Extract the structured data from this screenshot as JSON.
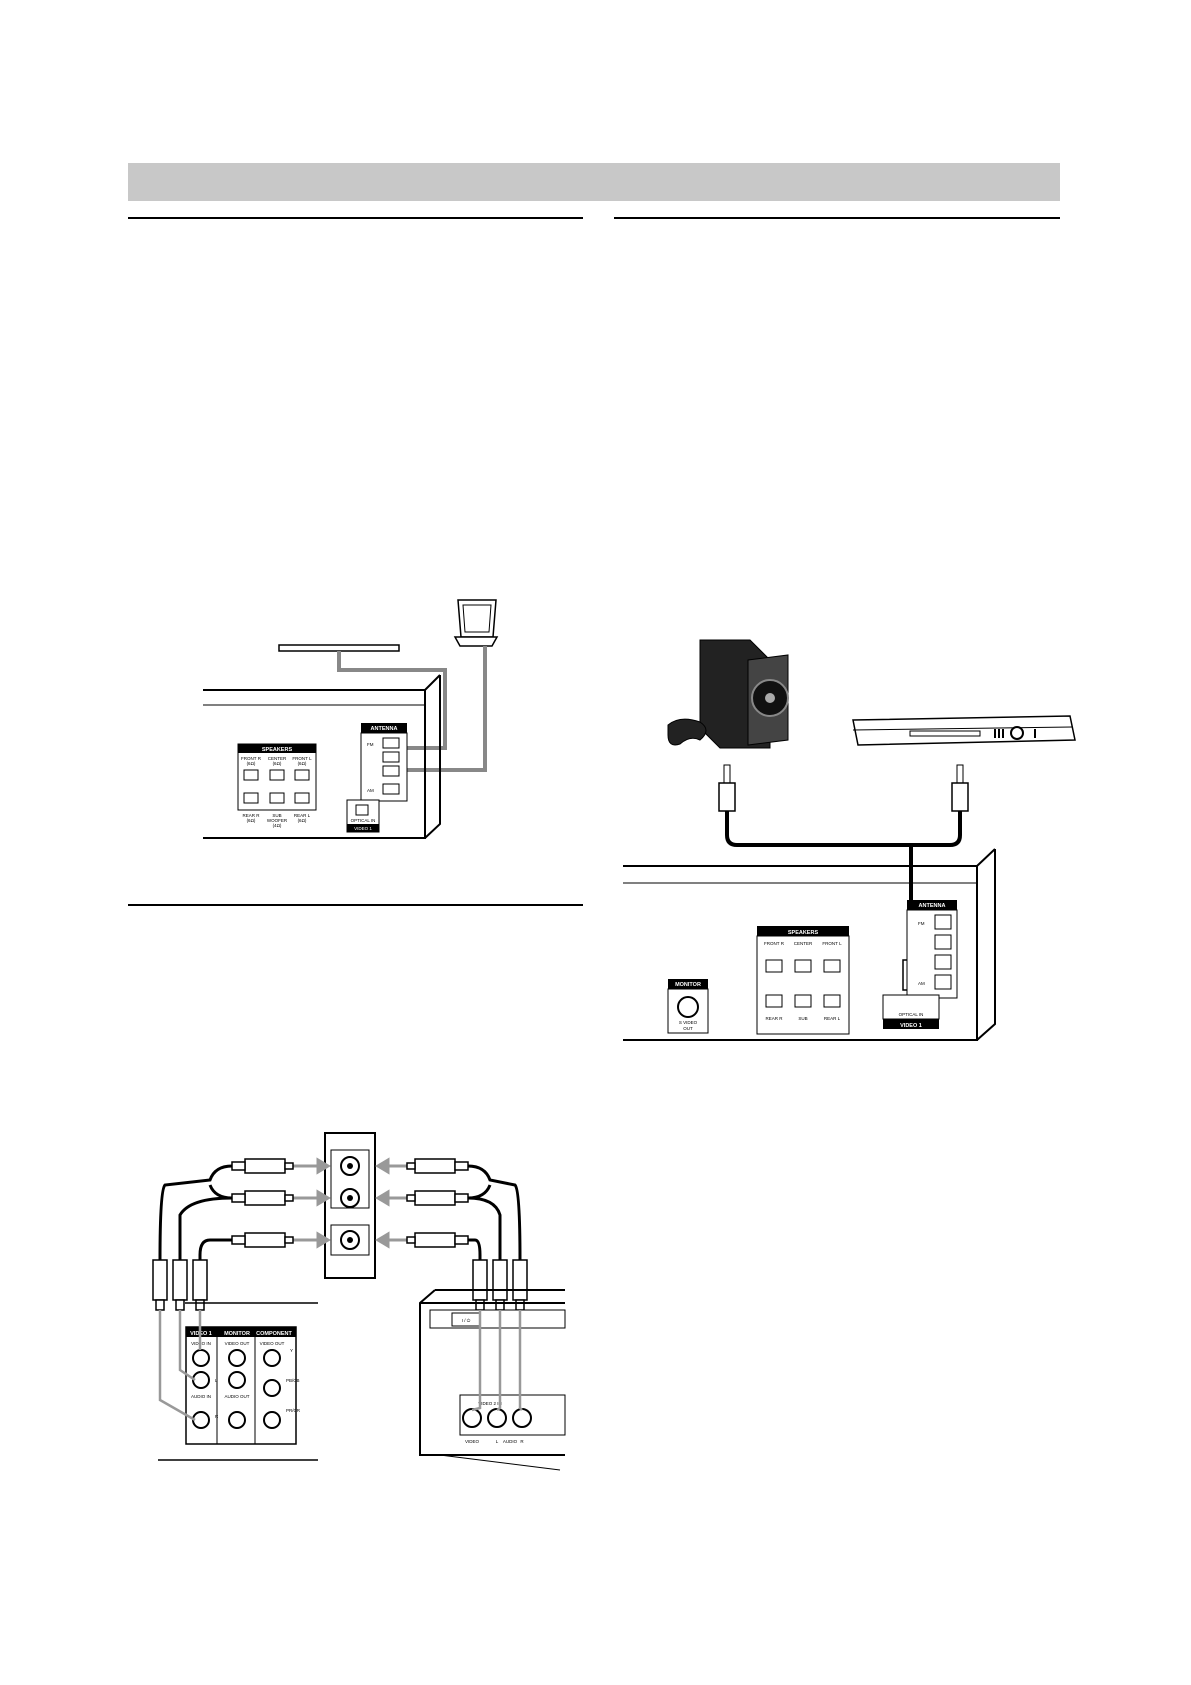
{
  "antenna_panel": {
    "antenna_label": "ANTENNA",
    "fm": "FM",
    "am": "AM",
    "speakers_title": "SPEAKERS",
    "speakers": [
      {
        "name": "FRONT R",
        "ohm": "(6Ω)"
      },
      {
        "name": "CENTER",
        "ohm": "(6Ω)"
      },
      {
        "name": "FRONT L",
        "ohm": "(6Ω)"
      }
    ],
    "speakers_bottom": [
      {
        "name": "REAR R",
        "ohm": "(6Ω)"
      },
      {
        "name": "SUB",
        "name2": "WOOFER",
        "ohm": "(4Ω)"
      },
      {
        "name": "REAR L",
        "ohm": "(6Ω)"
      }
    ],
    "optical_in": "OPTICAL IN",
    "video1": "VIDEO 1"
  },
  "optical_panel": {
    "antenna_label": "ANTENNA",
    "fm": "FM",
    "am": "AM",
    "speakers_title": "SPEAKERS",
    "monitor_label": "MONITOR",
    "svideo_out": "S VIDEO",
    "svideo_out2": "OUT",
    "optical_in": "OPTICAL  IN",
    "video1": "VIDEO 1"
  },
  "av_panel": {
    "video1": "VIDEO 1",
    "monitor": "MONITOR",
    "component": "COMPONENT",
    "video_in": "VIDEO IN",
    "video_out": "VIDEO OUT",
    "video_out_comp": "VIDEO OUT",
    "audio_in": "AUDIO IN",
    "audio_out": "AUDIO OUT",
    "l": "L",
    "r": "R",
    "y": "Y",
    "pb": "PB/CB",
    "pr": "PR/CR"
  },
  "vcr_panel": {
    "power": "I / ⏻",
    "video": "VIDEO",
    "audio_l": "L",
    "audio": "AUDIO",
    "audio_r": "R",
    "input_label": "VIDEO 2 IN"
  }
}
